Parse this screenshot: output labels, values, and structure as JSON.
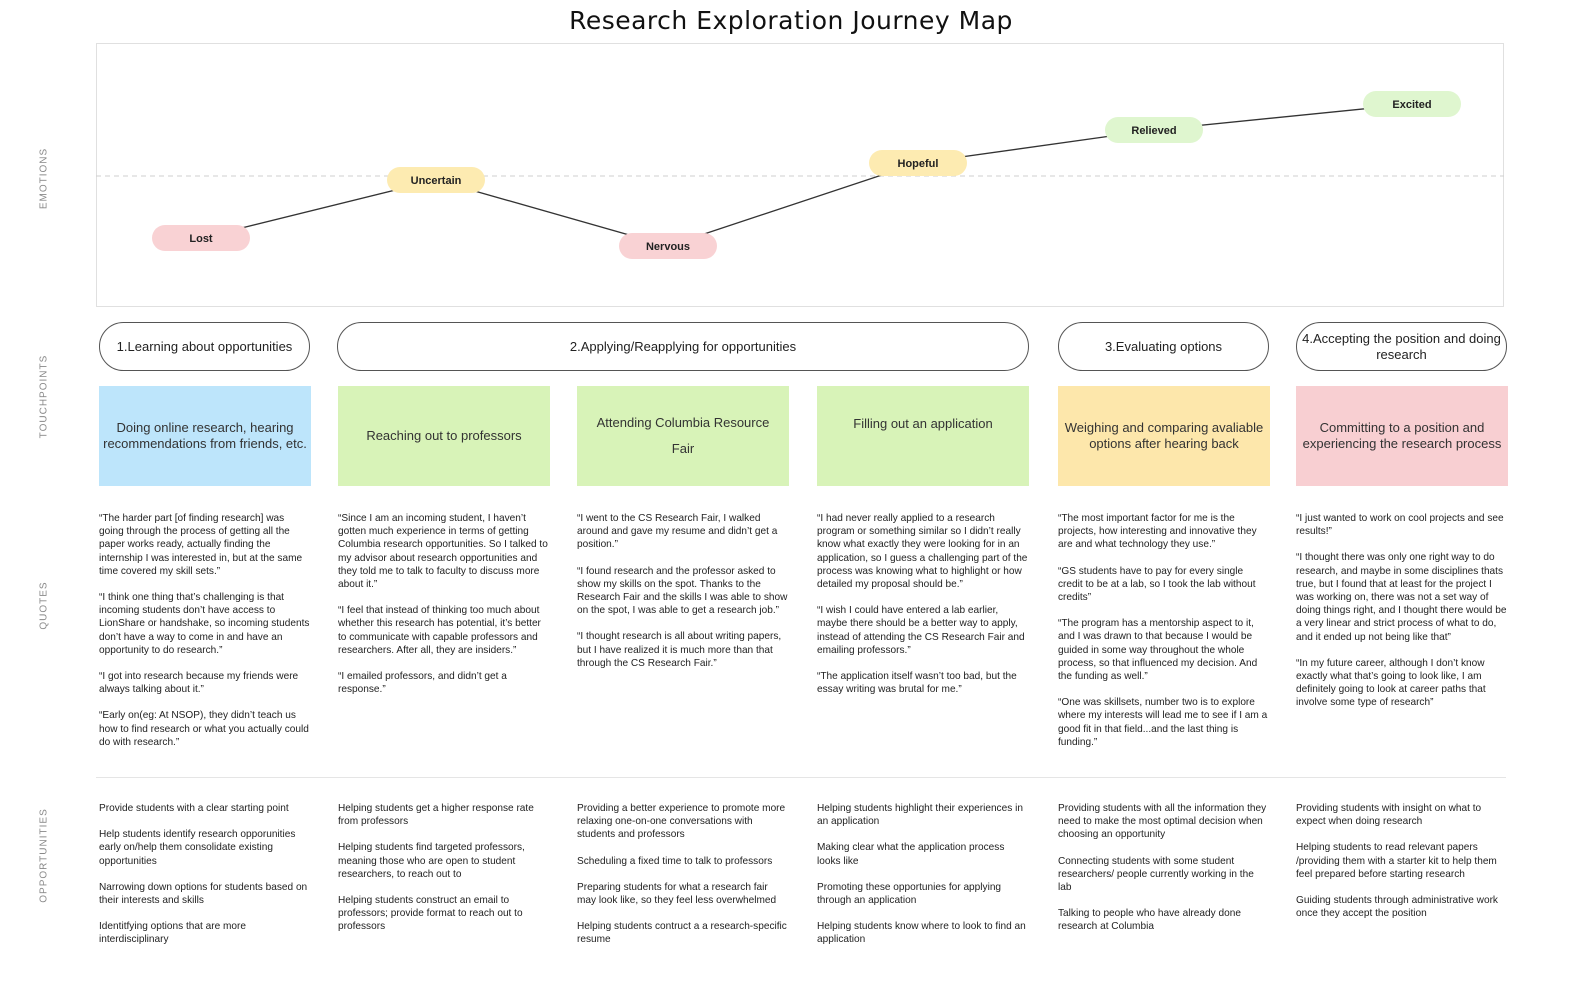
{
  "title": "Research Exploration Journey Map",
  "row_labels": {
    "emotions": "EMOTIONS",
    "touchpoints": "TOUCHPOINTS",
    "quotes": "QUOTES",
    "opportunities": "OPPORTUNITIES"
  },
  "colors": {
    "red": "#f9d2d4",
    "yellow": "#fdebb1",
    "green": "#dff6cf",
    "blue": "#bde5fb",
    "touchpoint_green": "#d8f3b8",
    "touchpoint_yellow": "#fde7ab",
    "touchpoint_pink": "#f8cfd2"
  },
  "emotions": [
    {
      "label": "Lost",
      "tone": "red"
    },
    {
      "label": "Uncertain",
      "tone": "yellow"
    },
    {
      "label": "Nervous",
      "tone": "red"
    },
    {
      "label": "Hopeful",
      "tone": "yellow"
    },
    {
      "label": "Relieved",
      "tone": "green"
    },
    {
      "label": "Excited",
      "tone": "green"
    }
  ],
  "phases": [
    "1.Learning about opportunities",
    "2.Applying/Reapplying for opportunities",
    "3.Evaluating options",
    "4.Accepting the position and doing research"
  ],
  "touchpoints": [
    "Doing online research, hearing recommendations from friends, etc.",
    "Reaching out to professors",
    "Attending Columbia Resource Fair",
    "Filling out an application",
    "Weighing and comparing avaliable options after hearing back",
    "Committing to a position and experiencing the research process"
  ],
  "quotes": [
    [
      "“The harder part [of finding research] was going through the process of getting all the paper works ready, actually finding the internship I was interested in, but at the same time covered my skill sets.”",
      "“I think one thing that’s challenging is that incoming students don’t have access to LionShare or handshake, so incoming students don’t have a way to come in and have an opportunity to do research.”",
      "“I got into research because my friends were always talking about it.”",
      "“Early on(eg: At NSOP), they didn’t teach us how to find research or what you actually could do with research.”"
    ],
    [
      "“Since I am an incoming student, I haven’t gotten much experience in terms of getting Columbia research opportunities. So I talked to my advisor about research opportunities and they told me to talk to faculty to discuss more about it.”",
      "“I feel that instead of thinking too much about whether this research has potential, it’s better to communicate with capable professors and researchers. After all, they are insiders.”",
      "“I emailed professors, and didn’t get a response.”"
    ],
    [
      "“I  went to the CS Research Fair, I walked around and gave my resume and didn’t get a position.”",
      "“I found research and the professor asked to show my skills on the spot. Thanks to the Research Fair and the skills I was able to show on the spot, I was able to get a research job.”",
      "“I thought research is all about writing papers, but I have realized it is much more than that through the CS Research Fair.”"
    ],
    [
      "“I had never really applied to a research program or something similar so I didn’t really know what exactly they were looking for in an application, so I guess a challenging part of the process was knowing what to highlight or how detailed my proposal should be.”",
      "“I wish I could have entered a lab earlier, maybe there should be a better way to apply, instead of attending the CS Research Fair and emailing professors.”",
      "“The application itself wasn’t too bad, but the essay writing was brutal for me.”"
    ],
    [
      "“The most important factor for me is the projects, how interesting and innovative they are and what technology they use.”",
      "“GS students have to pay for every single credit to be at a lab, so I took the lab without credits”",
      "“The program has a mentorship aspect to it, and I was drawn to that because I would be guided in some way throughout the whole process, so that influenced my decision. And the funding as well.”",
      "“One was skillsets, number two is to explore where my interests will lead me to see if I am a good fit in that field...and the last thing is funding.”"
    ],
    [
      "“I just wanted to work on cool projects and see results!”",
      "“I thought there was only one right way to do research, and maybe in some disciplines thats true, but I found that at least for the project I was working on, there was not a set way of doing things right, and I thought there would be a very linear and strict process of what to do, and it ended up not being like that”",
      "“In my future career, although I don’t know exactly what that’s going to look like, I am definitely going to look at career paths that involve some type of research”"
    ]
  ],
  "opportunities": [
    [
      "Provide students with a clear starting point",
      "Help students identify research opporunities early on/help them consolidate existing opportunities",
      "Narrowing down options for students based on their interests and skills",
      "Identitfying options that are more interdisciplinary"
    ],
    [
      "Helping students get a higher response rate from professors",
      "Helping students find targeted professors, meaning those who are open to student researchers, to reach out to",
      "Helping students construct an email to professors; provide format to reach out to professors"
    ],
    [
      "Providing a better experience to promote more relaxing one-on-one conversations with students and professors",
      "Scheduling a fixed time to talk to professors",
      "Preparing students for what a research fair may look like, so they feel less overwhelmed",
      "Helping students contruct a a research-specific resume"
    ],
    [
      "Helping students highlight their experiences in an application",
      "Making clear what the application process looks like",
      "Promoting these opportunies for applying through an application",
      "Helping students know where to look to find an application"
    ],
    [
      "Providing students with all the information they need to make the most optimal decision when choosing an opportunity",
      "Connecting students with some student researchers/ people currently working in the lab",
      "Talking to people who have already done research at Columbia"
    ],
    [
      "Providing students with insight on what to expect when doing research",
      "Helping students to read relevant papers /providing them with a starter kit to help them feel prepared before starting research",
      "Guiding students through administrative work once they accept the position"
    ]
  ]
}
